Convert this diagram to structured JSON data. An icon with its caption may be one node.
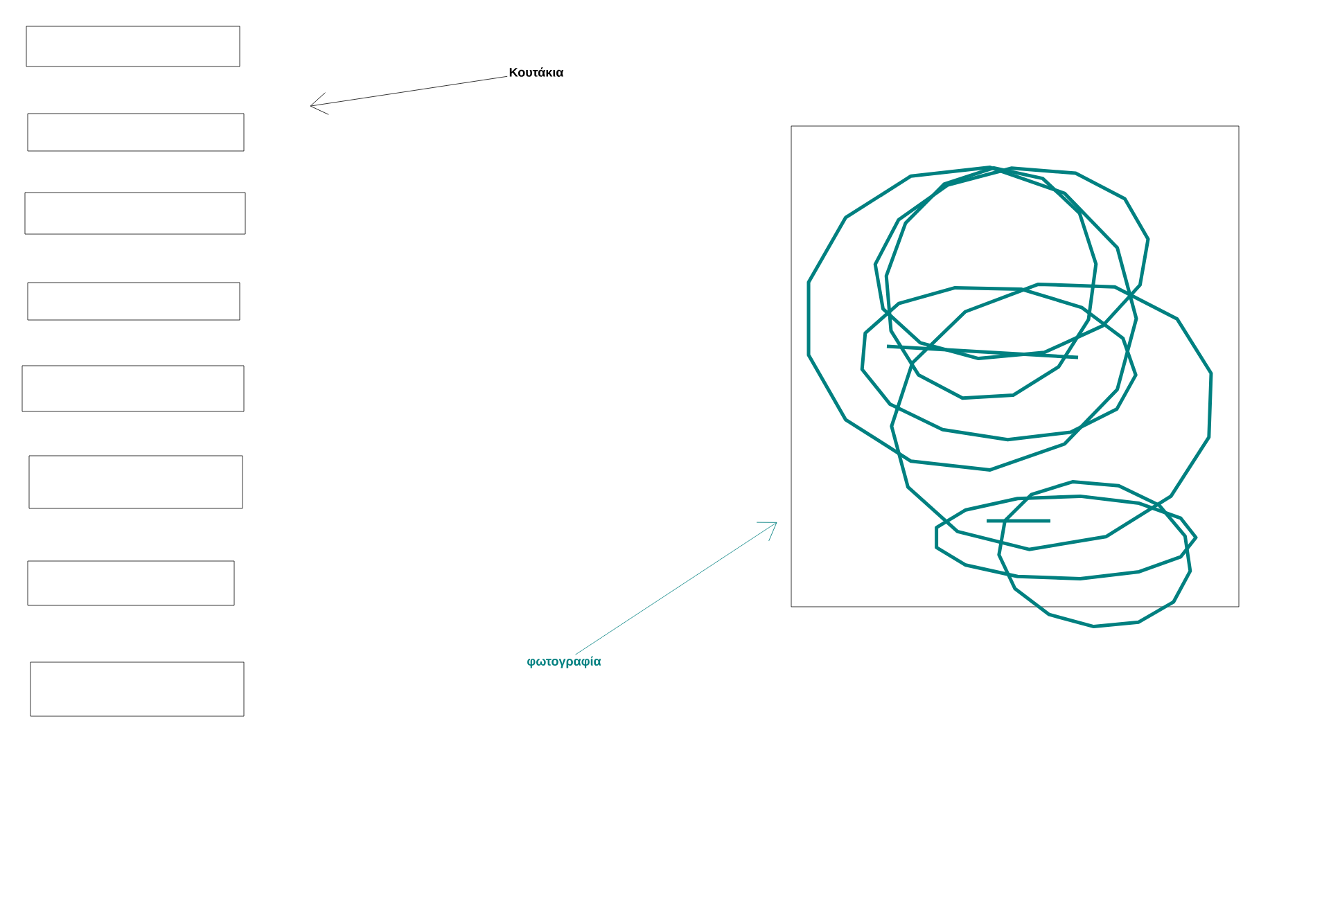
{
  "diagram": {
    "nodes": [
      {
        "text": [],
        "shape": "box"
      },
      {
        "text": [],
        "shape": "box"
      },
      {
        "text": [],
        "shape": "box"
      },
      {
        "text": [],
        "shape": "box"
      },
      {
        "text": [],
        "shape": "box"
      },
      {
        "text": [],
        "shape": "box"
      },
      {
        "text": [],
        "shape": "box"
      },
      {
        "text": [],
        "shape": "box"
      },
      {
        "text": [
          "Κουτάκια"
        ]
      },
      {
        "text": [],
        "shape": "picture"
      },
      {
        "text": [
          "φωτογραφία"
        ]
      }
    ],
    "edges": [
      {
        "from": 8,
        "to": 1,
        "arrow": "to"
      },
      {
        "from": 10,
        "to": 9,
        "arrow": "to",
        "color": "#008080"
      }
    ]
  }
}
